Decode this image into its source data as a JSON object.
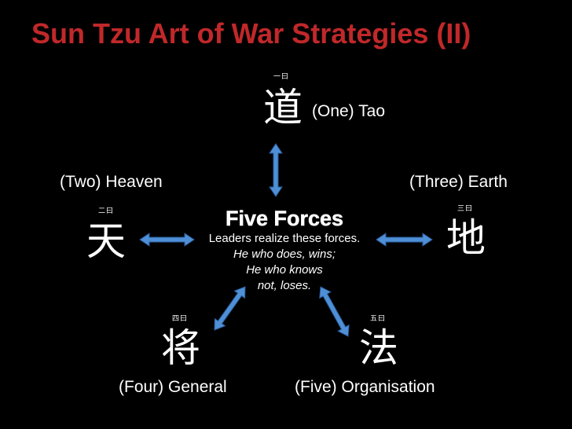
{
  "title": "Sun Tzu Art of War Strategies (II)",
  "colors": {
    "title": "#c0282a",
    "arrow_fill": "#4f8fd6",
    "arrow_edge": "#2a5fa0",
    "background": "#000000"
  },
  "center": {
    "heading": "Five Forces",
    "line1": "Leaders realize these forces.",
    "line2": "He who does, wins;",
    "line3": "He who knows",
    "line4": "not, loses."
  },
  "forces": {
    "one": {
      "small": "一曰",
      "kanji": "道",
      "label": "(One) Tao"
    },
    "two": {
      "small": "二曰",
      "kanji": "天",
      "label": "(Two) Heaven"
    },
    "three": {
      "small": "三曰",
      "kanji": "地",
      "label": "(Three) Earth"
    },
    "four": {
      "small": "四曰",
      "kanji": "将",
      "label": "(Four) General"
    },
    "five": {
      "small": "五曰",
      "kanji": "法",
      "label": "(Five) Organisation"
    }
  }
}
